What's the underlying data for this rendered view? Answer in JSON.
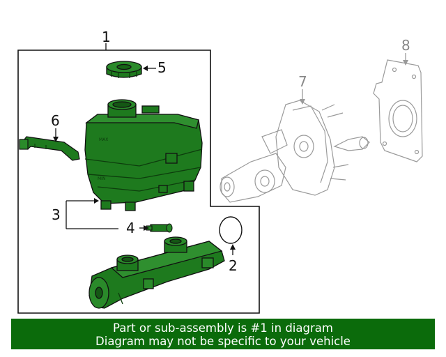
{
  "callouts": {
    "c1": "1",
    "c2": "2",
    "c3": "3",
    "c4": "4",
    "c5": "5",
    "c6": "6",
    "c7": "7",
    "c8": "8"
  },
  "banner": {
    "line1": "Part or sub-assembly is #1 in diagram",
    "line2": "Diagram may not be specific to your vehicle"
  },
  "colors": {
    "highlight": "#0b6b0b",
    "part_fill": "#1e7a1e",
    "ghost_stroke": "#9a9a9a"
  }
}
